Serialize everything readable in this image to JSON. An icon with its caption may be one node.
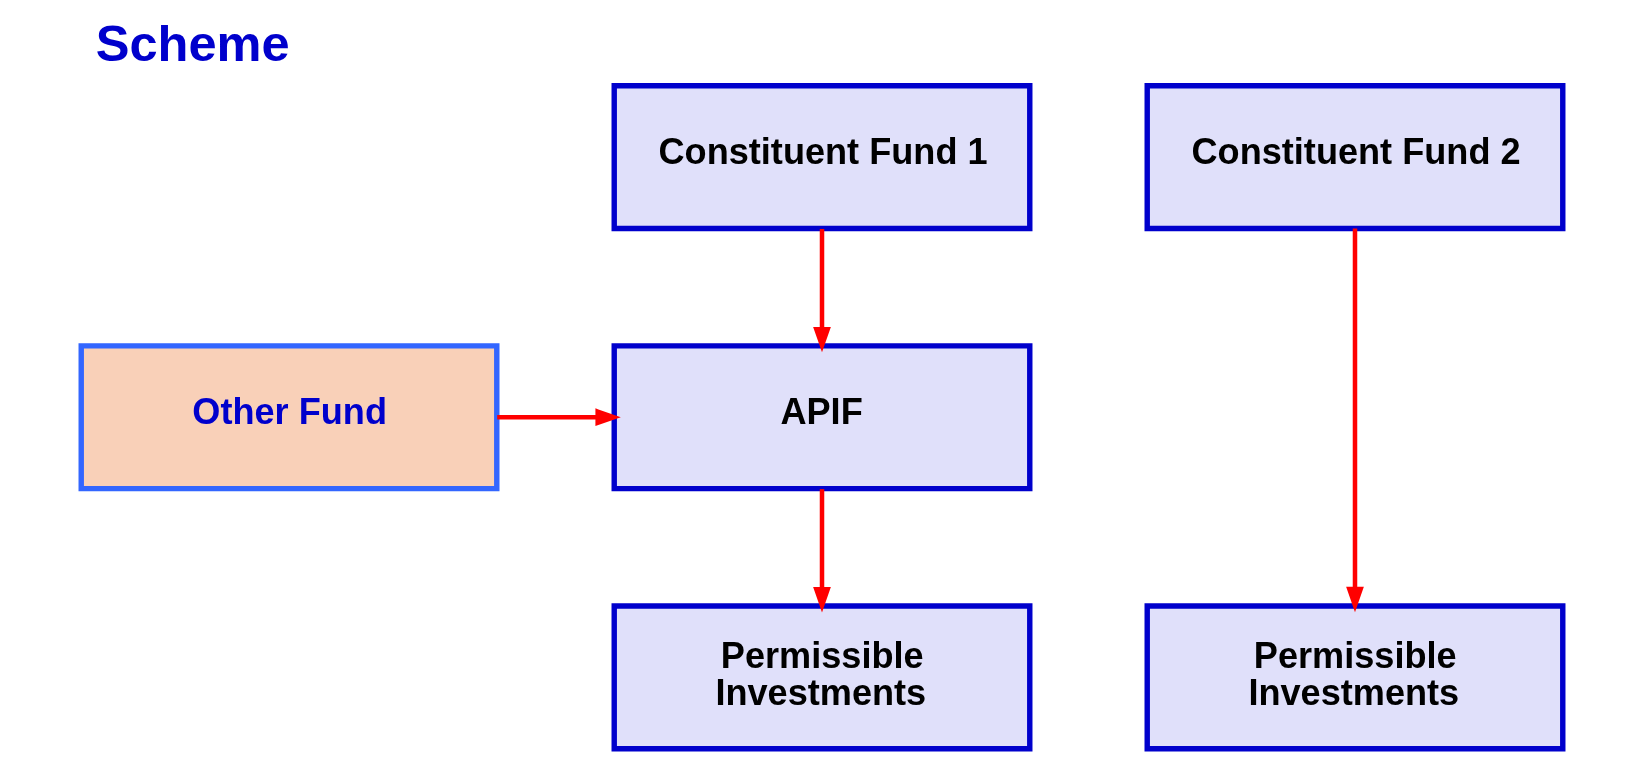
{
  "diagram": {
    "title": "Scheme",
    "nodes": [
      {
        "text": [
          "Constituent Fund 1"
        ]
      },
      {
        "text": [
          "Constituent Fund 2"
        ]
      },
      {
        "text": [
          "Other Fund"
        ]
      },
      {
        "text": [
          "APIF"
        ]
      },
      {
        "text": [
          "Permissible Investments"
        ]
      },
      {
        "text": [
          "Permissible Investments"
        ]
      }
    ],
    "edges": [
      {
        "from": 0,
        "to": 3,
        "arrow": "to"
      },
      {
        "from": 2,
        "to": 3,
        "arrow": "to"
      },
      {
        "from": 3,
        "to": 4,
        "arrow": "to"
      },
      {
        "from": 1,
        "to": 5,
        "arrow": "to"
      }
    ]
  }
}
